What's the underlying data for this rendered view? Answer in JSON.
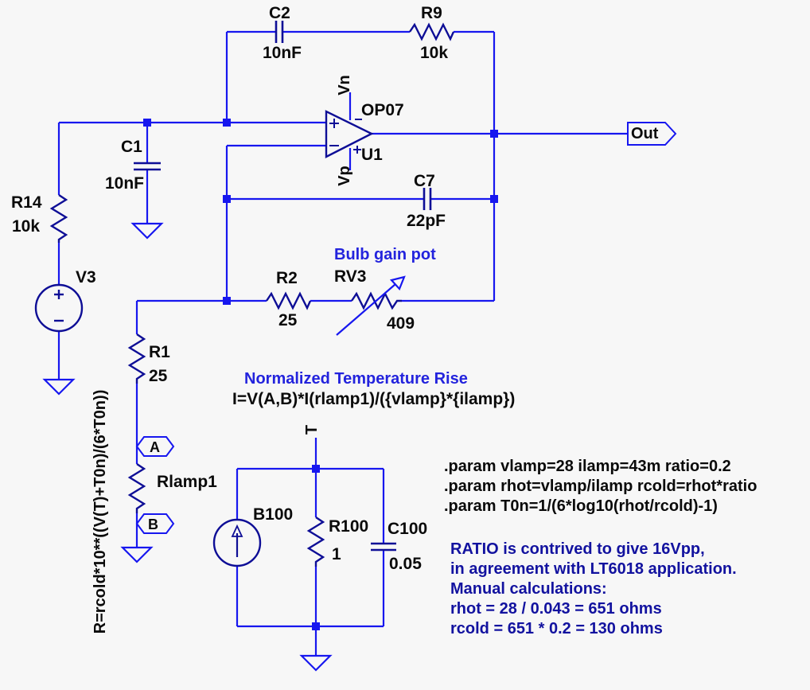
{
  "title": "Lamp-stabilized Wien bridge oscillator schematic",
  "colors": {
    "background": "#f7f7f7",
    "wire": "#1717ef",
    "component": "#0e0e96",
    "label_text": "#0a0a0a",
    "comment_bright_blue": "#2323dd",
    "comment_navy_blue": "#12129f"
  },
  "components": {
    "c2": {
      "name": "C2",
      "value": "10nF"
    },
    "r9": {
      "name": "R9",
      "value": "10k"
    },
    "c1": {
      "name": "C1",
      "value": "10nF"
    },
    "r14": {
      "name": "R14",
      "value": "10k"
    },
    "v3": {
      "name": "V3"
    },
    "opamp": {
      "name": "U1",
      "model": "OP07"
    },
    "c7": {
      "name": "C7",
      "value": "22pF"
    },
    "r2": {
      "name": "R2",
      "value": "25"
    },
    "rv3": {
      "name": "RV3",
      "value": "409"
    },
    "r1": {
      "name": "R1",
      "value": "25"
    },
    "rlamp1": {
      "name": "Rlamp1"
    },
    "b100": {
      "name": "B100"
    },
    "r100": {
      "name": "R100",
      "value": "1"
    },
    "c100": {
      "name": "C100",
      "value": "0.05"
    }
  },
  "net_labels": {
    "out": "Out",
    "a": "A",
    "b": "B",
    "t": "T",
    "vn": "Vn",
    "vp": "Vp"
  },
  "annotations": {
    "bulb_gain_pot": "Bulb gain pot",
    "norm_title": "Normalized Temperature Rise",
    "current_formula": "I=V(A,B)*I(rlamp1)/({vlamp}*{ilamp})",
    "resistance_formula": "R=rcold*10**((V(T)+T0n)/(6*T0n))",
    "params": [
      ".param vlamp=28 ilamp=43m ratio=0.2",
      ".param rhot=vlamp/ilamp rcold=rhot*ratio",
      ".param T0n=1/(6*log10(rhot/rcold)-1)"
    ],
    "ratio_note": [
      "RATIO is contrived to give 16Vpp,",
      "in agreement with LT6018 application.",
      "Manual calculations:",
      "rhot = 28 / 0.043 = 651 ohms",
      "rcold = 651 * 0.2 = 130 ohms"
    ]
  }
}
